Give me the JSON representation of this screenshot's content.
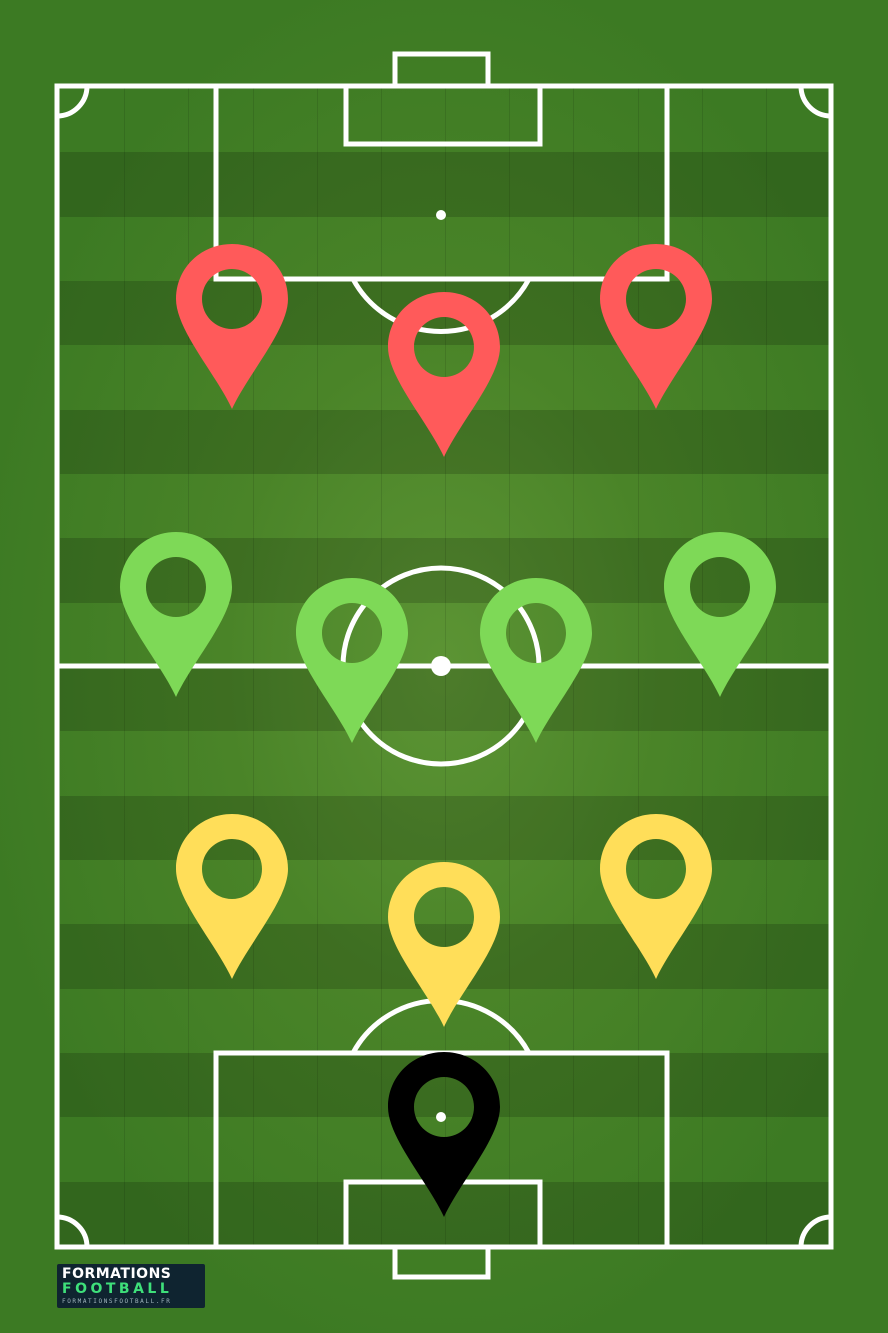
{
  "pitch": {
    "grass_light": "#4b8c2b",
    "grass_dark": "#2f6a1f",
    "line_color": "#ffffff"
  },
  "formation": {
    "markers": [
      {
        "id": "forward-left",
        "role": "attack",
        "color": "#ff5a5a",
        "icon": "map-pin-icon"
      },
      {
        "id": "forward-center",
        "role": "attack",
        "color": "#ff5a5a",
        "icon": "map-pin-icon"
      },
      {
        "id": "forward-right",
        "role": "attack",
        "color": "#ff5a5a",
        "icon": "map-pin-icon"
      },
      {
        "id": "midfielder-left-wide",
        "role": "midfield",
        "color": "#7ed957",
        "icon": "map-pin-icon"
      },
      {
        "id": "midfielder-left-center",
        "role": "midfield",
        "color": "#7ed957",
        "icon": "map-pin-icon"
      },
      {
        "id": "midfielder-right-center",
        "role": "midfield",
        "color": "#7ed957",
        "icon": "map-pin-icon"
      },
      {
        "id": "midfielder-right-wide",
        "role": "midfield",
        "color": "#7ed957",
        "icon": "map-pin-icon"
      },
      {
        "id": "defender-left",
        "role": "defense",
        "color": "#ffde59",
        "icon": "map-pin-icon"
      },
      {
        "id": "defender-center",
        "role": "defense",
        "color": "#ffde59",
        "icon": "map-pin-icon"
      },
      {
        "id": "defender-right",
        "role": "defense",
        "color": "#ffde59",
        "icon": "map-pin-icon"
      },
      {
        "id": "goalkeeper",
        "role": "goalkeeper",
        "color": "#000000",
        "icon": "map-pin-icon"
      }
    ]
  },
  "logo": {
    "line1": "FORMATIONS",
    "line2": "FOOTBALL",
    "line3": "FORMATIONSFOOTBALL.FR",
    "accent": "#3ee07a",
    "background": "#0f2430"
  }
}
